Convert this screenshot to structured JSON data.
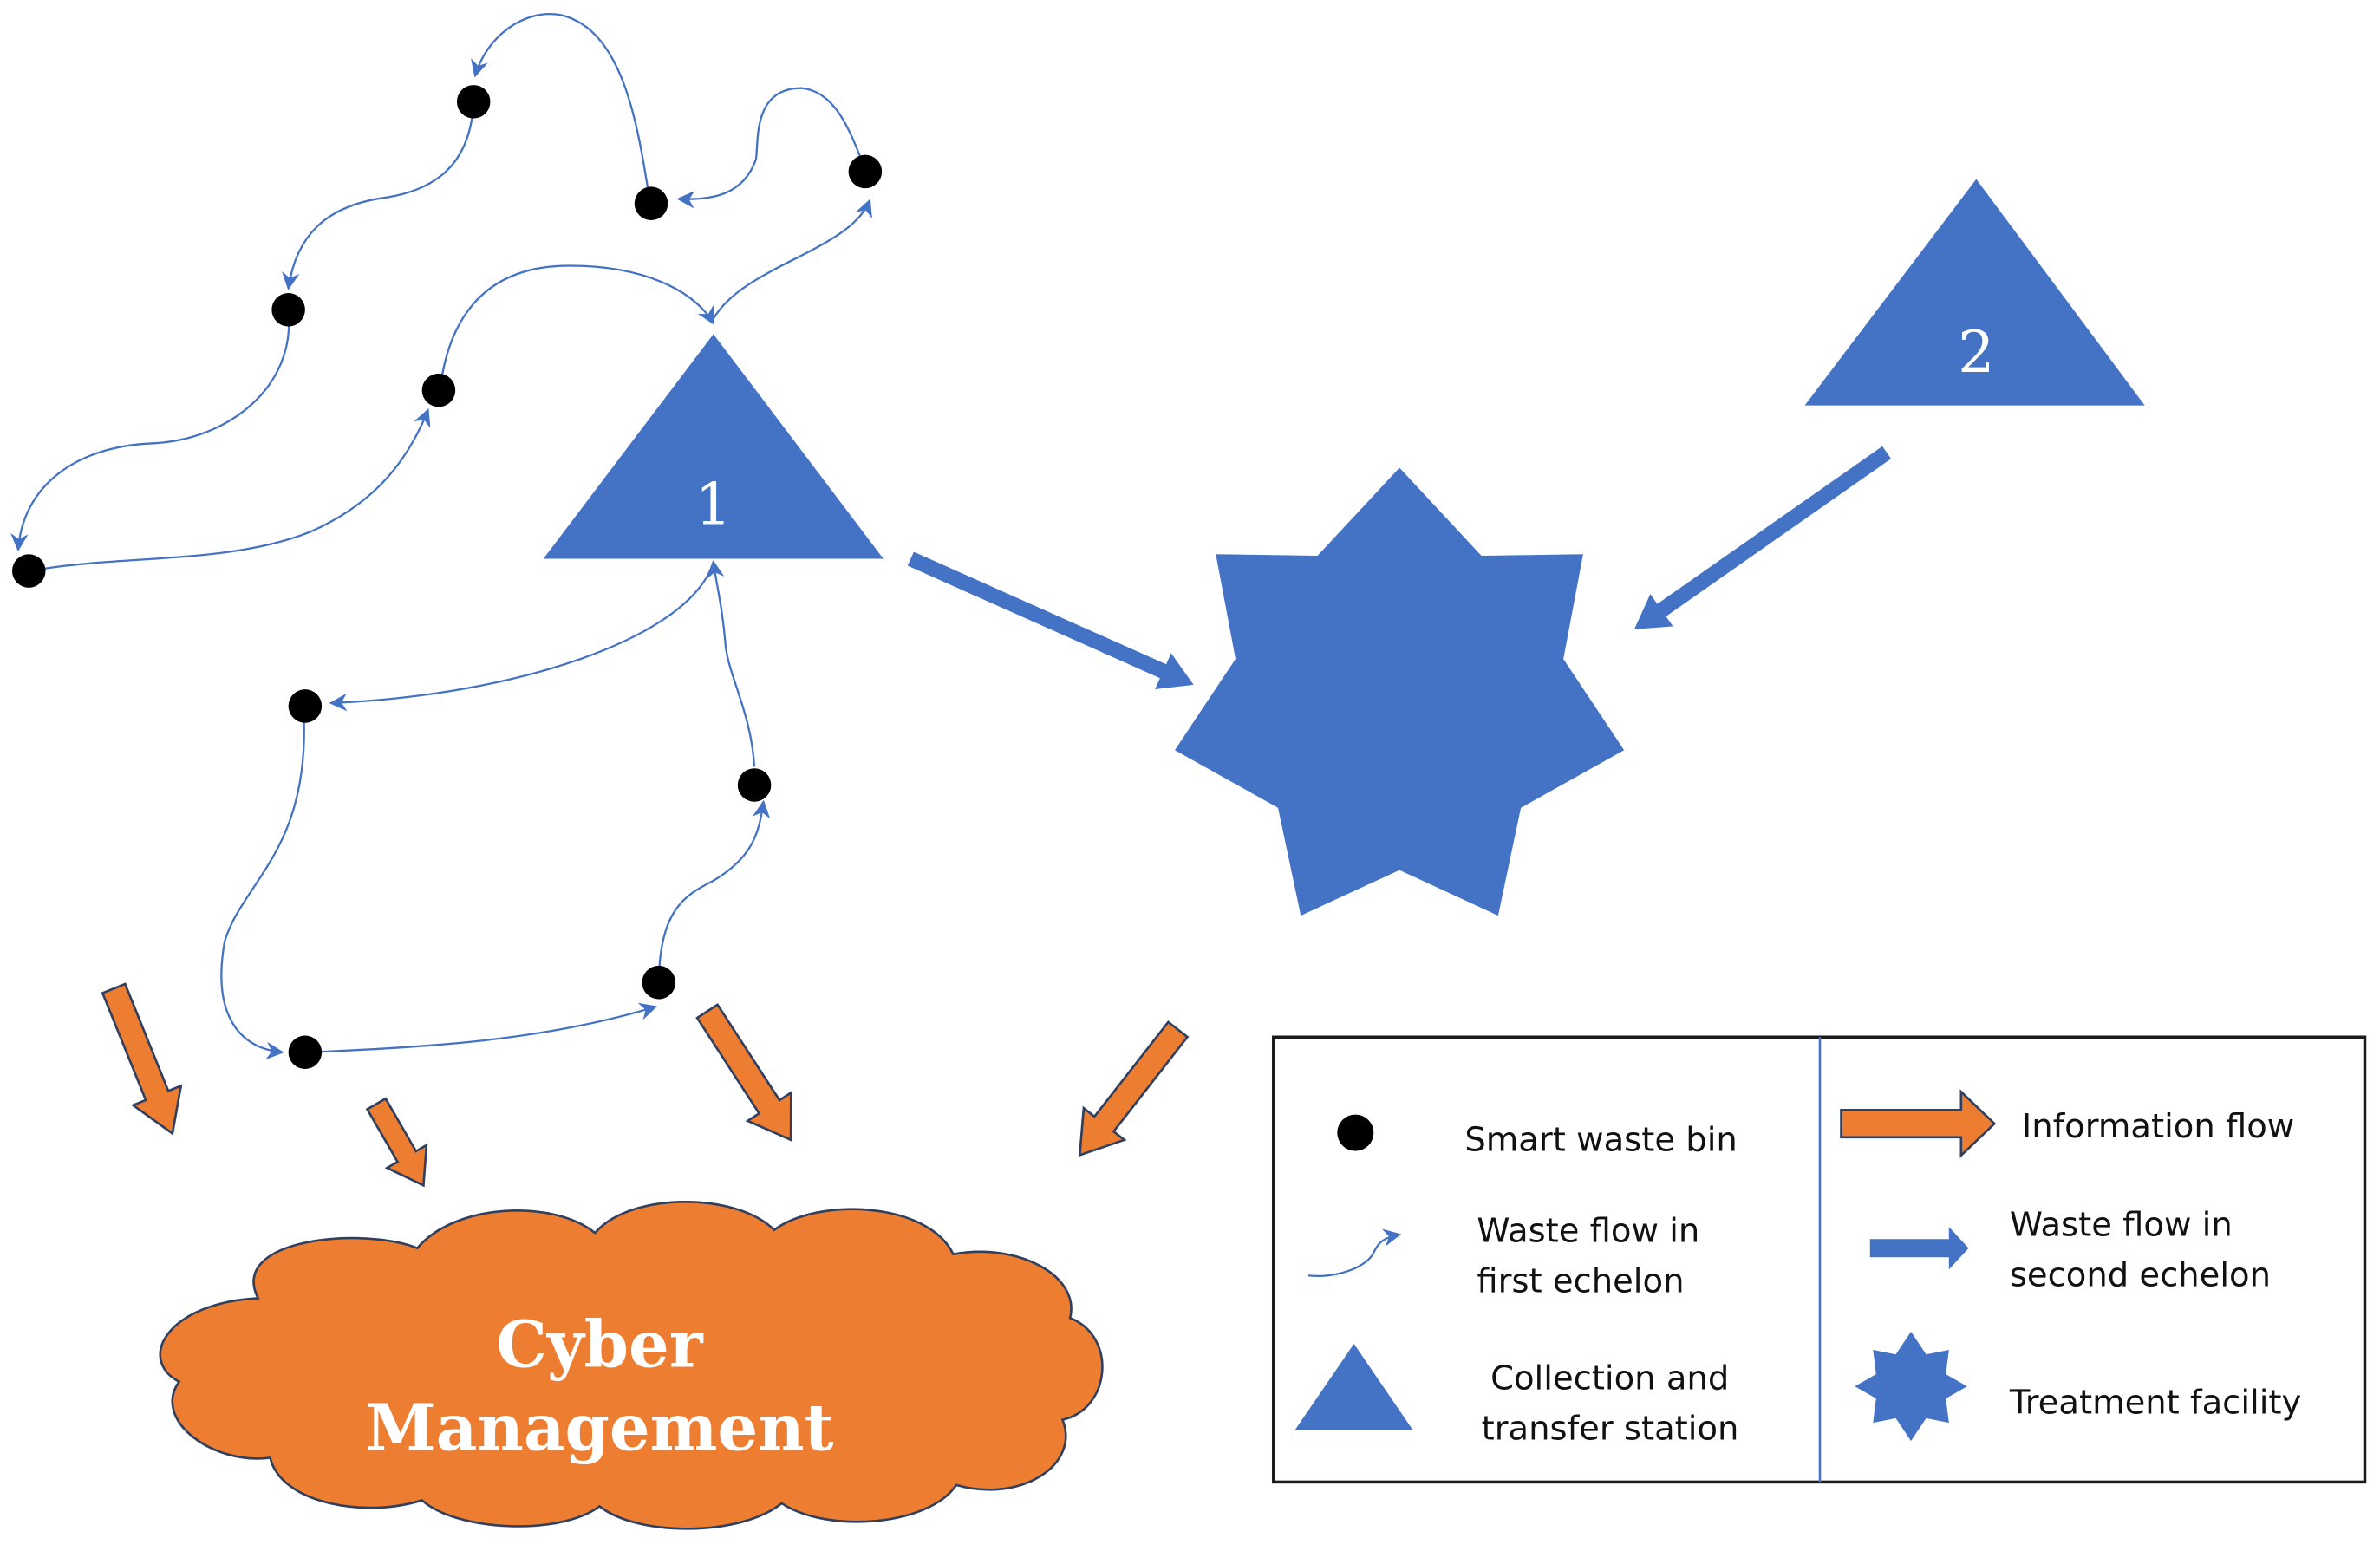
{
  "colors": {
    "blue": "#4472C4",
    "orange": "#ED7D31",
    "orange_outline": "#2F3F5F",
    "bin": "#000000",
    "legend_border": "#1a1a1a",
    "legend_divider": "#4472C4"
  },
  "stations": [
    {
      "label": "1"
    },
    {
      "label": "2"
    }
  ],
  "cloud": {
    "line1": "Cyber",
    "line2": "Management"
  },
  "legend": {
    "smart_bin": "Smart waste bin",
    "waste_flow_first_l1": "Waste flow in",
    "waste_flow_first_l2": "first echelon",
    "collection_l1": "Collection and",
    "collection_l2": "transfer station",
    "info_flow": "Information flow",
    "waste_flow_second_l1": "Waste flow in",
    "waste_flow_second_l2": "second echelon",
    "treatment": "Treatment facility"
  }
}
